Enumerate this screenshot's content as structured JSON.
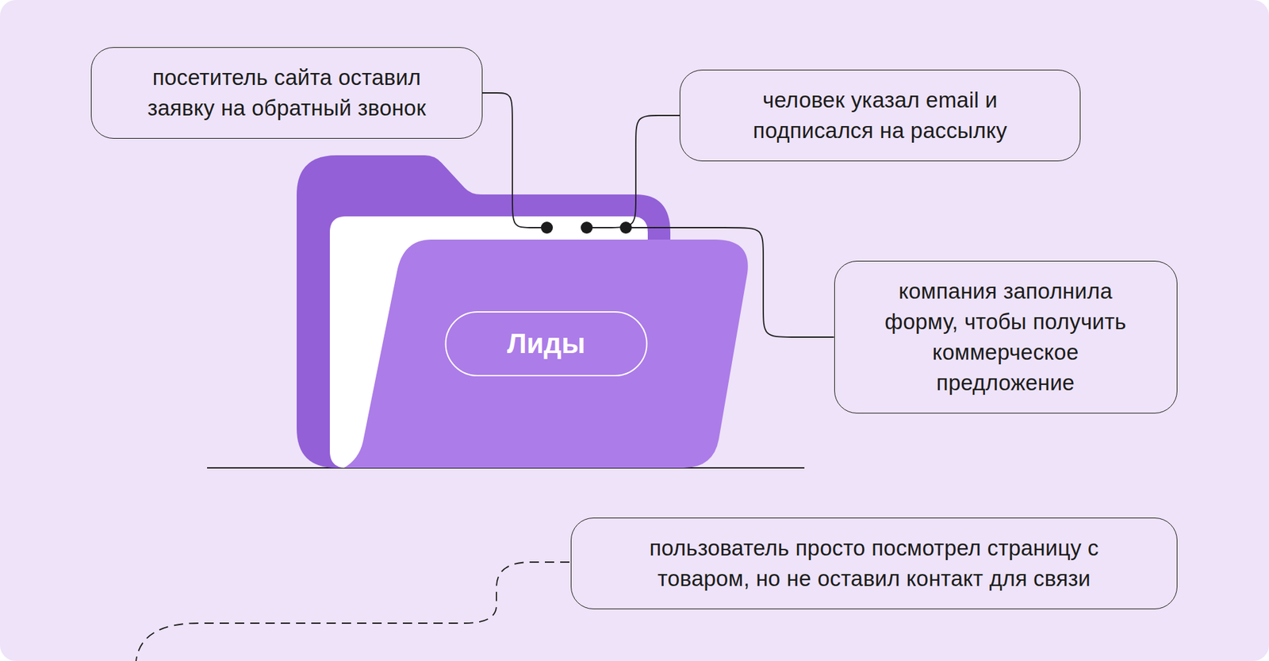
{
  "diagram": {
    "nodes": [
      {
        "text": [
          "посетитель сайта оставил заявку на обратный звонок"
        ]
      },
      {
        "text": [
          "человек указал email и подписался на рассылку"
        ]
      },
      {
        "text": [
          "Лиды"
        ]
      },
      {
        "text": [
          "компания заполнила форму, чтобы получить коммерческое предложение"
        ]
      },
      {
        "text": [
          "пользователь просто посмотрел страницу с товаром, но не оставил контакт для связи"
        ]
      }
    ],
    "edges": [
      {
        "from": 0,
        "to": 2,
        "arrow": "none"
      },
      {
        "from": 1,
        "to": 2,
        "arrow": "none"
      },
      {
        "from": 3,
        "to": 2,
        "arrow": "none"
      }
    ]
  }
}
